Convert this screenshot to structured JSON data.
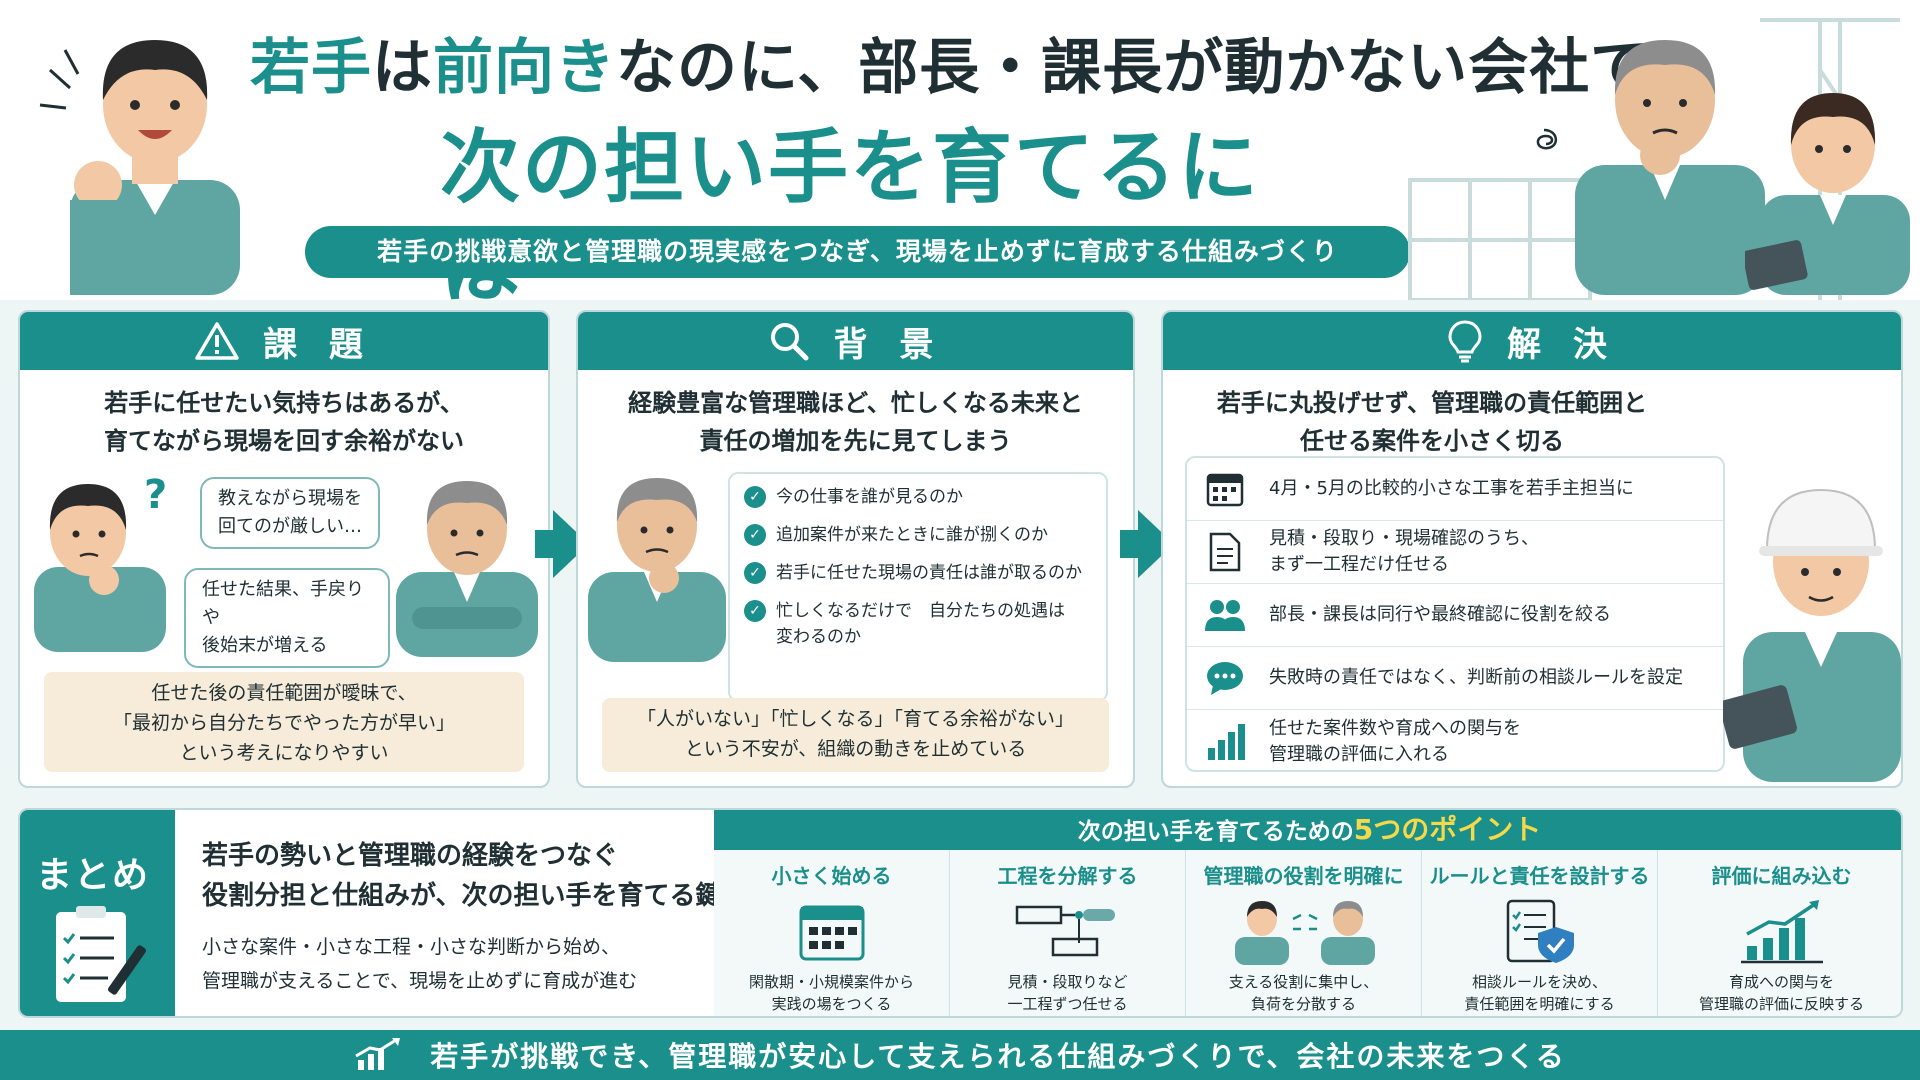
{
  "header": {
    "title_parts": [
      {
        "text": "若手",
        "accent": true
      },
      {
        "text": "は",
        "accent": false
      },
      {
        "text": "前向き",
        "accent": true
      },
      {
        "text": "なのに、部長・課長が動かない会社で",
        "accent": false
      }
    ],
    "title_line2": "次の担い手を育てるには",
    "subtitle": "若手の挑戦意欲と管理職の現実感をつなぎ、現場を止めずに育成する仕組みづくり"
  },
  "panels": {
    "issue": {
      "title": "課 題",
      "icon": "warning-icon",
      "lead": [
        "若手に任せたい気持ちはあるが、",
        "育てながら現場を回す余裕がない"
      ],
      "bubbles": [
        [
          "教えながら現場を",
          "回てのが厳しい…"
        ],
        [
          "任せた結果、手戻りや",
          "後始末が増える"
        ]
      ],
      "question_mark": "?",
      "note": [
        "任せた後の責任範囲が曖昧で、",
        "「最初から自分たちでやった方が早い」",
        "という考えになりやすい"
      ]
    },
    "background": {
      "title": "背 景",
      "icon": "search-icon",
      "lead": [
        "経験豊富な管理職ほど、忙しくなる未来と",
        "責任の増加を先に見てしまう"
      ],
      "checks": [
        [
          "今の仕事を誰が見るのか"
        ],
        [
          "追加案件が来たときに誰が捌くのか"
        ],
        [
          "若手に任せた現場の責任は誰が取るのか"
        ],
        [
          "忙しくなるだけで　自分たちの処遇は",
          "変わるのか"
        ]
      ],
      "note": [
        "「人がいない」「忙しくなる」「育てる余裕がない」",
        "という不安が、組織の動きを止めている"
      ]
    },
    "solution": {
      "title": "解 決",
      "icon": "lightbulb-icon",
      "lead": [
        "若手に丸投げせず、管理職の責任範囲と",
        "任せる案件を小さく切る"
      ],
      "items": [
        {
          "icon": "calendar-icon",
          "text": [
            "4月・5月の比較的小さな工事を若手主担当に"
          ]
        },
        {
          "icon": "document-icon",
          "text": [
            "見積・段取り・現場確認のうち、",
            "まず一工程だけ任せる"
          ]
        },
        {
          "icon": "people-icon",
          "text": [
            "部長・課長は同行や最終確認に役割を絞る"
          ]
        },
        {
          "icon": "chat-icon",
          "text": [
            "失敗時の責任ではなく、判断前の相談ルールを設定"
          ]
        },
        {
          "icon": "bar-chart-icon",
          "text": [
            "任せた案件数や育成への関与を",
            "管理職の評価に入れる"
          ]
        }
      ]
    }
  },
  "summary": {
    "tag": "まとめ",
    "lead": [
      "若手の勢いと管理職の経験をつなぐ",
      "役割分担と仕組みが、次の担い手を育てる鍵"
    ],
    "body": [
      "小さな案件・小さな工程・小さな判断から始め、",
      "管理職が支えることで、現場を止めずに育成が進む"
    ],
    "points_title_pre": "次の担い手を育てるための",
    "points_title_hl": "5つのポイント",
    "points": [
      {
        "title": "小さく始める",
        "icon": "calendar-icon",
        "desc": [
          "閑散期・小規模案件から",
          "実践の場をつくる"
        ]
      },
      {
        "title": "工程を分解する",
        "icon": "process-icon",
        "desc": [
          "見積・段取りなど",
          "一工程ずつ任せる"
        ]
      },
      {
        "title": "管理職の役割を明確に",
        "icon": "people-icon",
        "desc": [
          "支える役割に集中し、",
          "負荷を分散する"
        ]
      },
      {
        "title": "ルールと責任を設計する",
        "icon": "shield-checklist-icon",
        "desc": [
          "相談ルールを決め、",
          "責任範囲を明確にする"
        ]
      },
      {
        "title": "評価に組み込む",
        "icon": "growth-chart-icon",
        "desc": [
          "育成への関与を",
          "管理職の評価に反映する"
        ]
      }
    ]
  },
  "footer": {
    "icon": "growth-chart-icon",
    "text": "若手が挑戦でき、管理職が安心して支えられる仕組みづくりで、会社の未来をつくる"
  },
  "colors": {
    "accent": "#1a8f8c",
    "note_bg": "#f6ecd9",
    "highlight": "#f4d94a"
  }
}
